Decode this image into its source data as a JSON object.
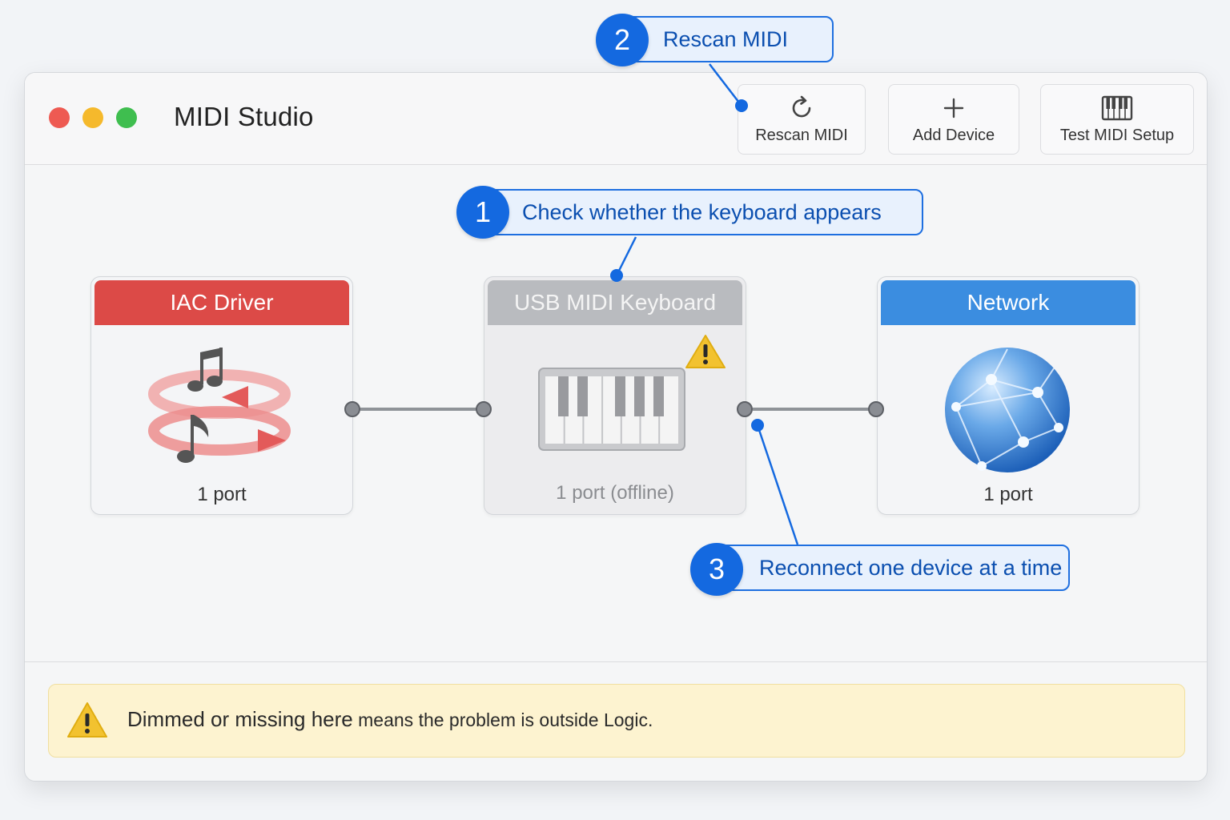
{
  "window": {
    "title": "MIDI Studio",
    "traffic_lights": {
      "close": "#ee5a52",
      "minimize": "#f5b92c",
      "zoom": "#3fbe4f"
    }
  },
  "toolbar": {
    "rescan_label": "Rescan MIDI",
    "add_device_label": "Add Device",
    "test_setup_label": "Test MIDI Setup"
  },
  "devices": [
    {
      "name": "IAC Driver",
      "ports": "1 port",
      "header_color": "#dc4a47",
      "icon": "midi-loop-icon"
    },
    {
      "name": "USB MIDI Keyboard",
      "ports": "1 port (offline)",
      "header_color": "#b9bbbf",
      "icon": "piano-keyboard-icon",
      "status": "warning"
    },
    {
      "name": "Network",
      "ports": "1 port",
      "header_color": "#3b8de0",
      "icon": "network-globe-icon"
    }
  ],
  "callouts": [
    {
      "number": "1",
      "text": "Check whether the keyboard appears"
    },
    {
      "number": "2",
      "text": "Rescan MIDI"
    },
    {
      "number": "3",
      "text": "Reconnect one device at a time"
    }
  ],
  "footer": {
    "warning_bold": "Dimmed or missing here",
    "warning_rest": " means the problem is outside Logic."
  },
  "colors": {
    "accent": "#1469e0",
    "warning": "#f2c230"
  }
}
